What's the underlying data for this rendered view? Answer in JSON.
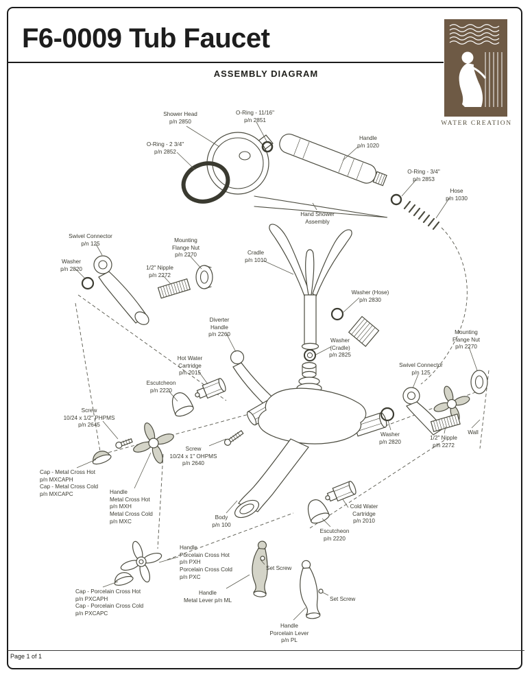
{
  "page": {
    "title": "F6-0009 Tub Faucet",
    "subtitle": "ASSEMBLY DIAGRAM",
    "brand_name": "WATER CREATION",
    "footer": "Page 1 of 1"
  },
  "colors": {
    "line": "#4a4a3e",
    "label_text": "#3a3a30",
    "logo_brown": "#6e5a45",
    "border": "#1b1b1b"
  },
  "labels": {
    "shower_head": "Shower Head\np/n 2850",
    "oring_11_16": "O-Ring - 11/16\"\np/n 2851",
    "oring_2_34": "O-Ring - 2 3/4\"\np/n 2852",
    "handle_1020": "Handle\np/n 1020",
    "oring_3_4": "O-Ring - 3/4\"\np/n 2853",
    "hose": "Hose\np/n 1030",
    "hand_shower_assembly": "Hand Shower\nAssembly",
    "swivel_connector_left": "Swivel Connector\np/n 125",
    "mounting_flange_nut_left": "Mounting\nFlange Nut\np/n 2270",
    "washer_left": "Washer\np/n 2820",
    "nipple_left": "1/2\" Nipple\np/n 2272",
    "cradle": "Cradle\np/n 1010",
    "washer_hose": "Washer (Hose)\np/n 2830",
    "diverter_handle": "Diverter\nHandle\np/n 2260",
    "washer_cradle": "Washer\n(Cradle)\np/n 2825",
    "mounting_flange_nut_right": "Mounting\nFlange Nut\np/n 2270",
    "hot_water_cartridge": "Hot Water\nCartridge\np/n 2015",
    "swivel_connector_right": "Swivel Connector\np/n 125",
    "escutcheon_hot": "Escutcheon\np/n 2220",
    "screw_phpms": "Screw\n10/24 x 1/2\" PHPMS\np/n 2645",
    "washer_right": "Washer\np/n 2820",
    "nipple_right": "1/2\" Nipple\np/n 2272",
    "wall": "Wall",
    "cap_metal": "Cap - Metal Cross Hot\np/n MXCAPH\nCap - Metal Cross Cold\np/n MXCAPC",
    "handle_metal_cross": "Handle\nMetal Cross Hot\np/n MXH\nMetal Cross Cold\np/n MXC",
    "screw_ohpms": "Screw\n10/24 x 1\" OHPMS\np/n 2640",
    "body_part": "Body\np/n 100",
    "cold_water_cartridge": "Cold Water\nCartridge\np/n 2010",
    "escutcheon_cold": "Escutcheon\np/n 2220",
    "handle_porcelain_cross": "Handle\nPorcelain Cross Hot\np/n PXH\nPorcelain Cross Cold\np/n PXC",
    "set_screw_1": "Set Screw",
    "cap_porcelain": "Cap - Porcelain Cross Hot\np/n PXCAPH\nCap - Porcelain Cross Cold\np/n PXCAPC",
    "handle_metal_lever": "Handle\nMetal Lever p/n ML",
    "set_screw_2": "Set Screw",
    "handle_porcelain_lever": "Handle\nPorcelain Lever\np/n PL"
  }
}
